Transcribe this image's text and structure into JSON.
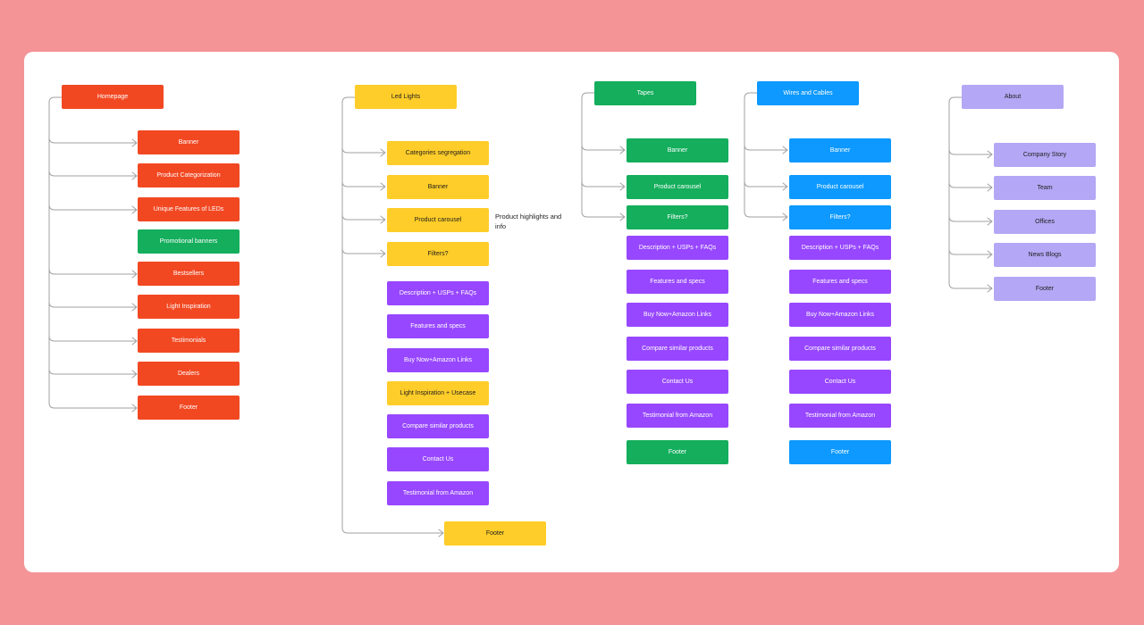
{
  "colors": {
    "background": "#f49497",
    "canvas": "#ffffff",
    "red": "#f24822",
    "yellow": "#ffcd29",
    "green": "#14ae5c",
    "blue": "#0d99ff",
    "purple": "#9747ff",
    "lavender": "#b4a7f5",
    "connector": "#a0a0a0"
  },
  "columns": {
    "homepage": {
      "title": "Homepage",
      "items": [
        "Banner",
        "Product Categorization",
        "Unique Features of LEDs",
        "Promotional banners",
        "Bestsellers",
        "Light Inspiration",
        "Testimonials",
        "Dealers",
        "Footer"
      ]
    },
    "led_lights": {
      "title": "Led Lights",
      "items": [
        "Categories segregation",
        "Banner",
        "Product carousel",
        "Filters?",
        "Description + USPs + FAQs",
        "Features and specs",
        "Buy Now+Amazon Links",
        "Light Inspiration + Usecase",
        "Compare similar products",
        "Contact Us",
        "Testimonial from Amazon",
        "Footer"
      ],
      "note": "Product highlights and info"
    },
    "tapes": {
      "title": "Tapes",
      "items": [
        "Banner",
        "Product carousel",
        "Filters?",
        "Description + USPs + FAQs",
        "Features and specs",
        "Buy Now+Amazon Links",
        "Compare similar products",
        "Contact Us",
        "Testimonial from Amazon",
        "Footer"
      ]
    },
    "wires": {
      "title": "Wires and Cables",
      "items": [
        "Banner",
        "Product carousel",
        "Filters?",
        "Description + USPs + FAQs",
        "Features and specs",
        "Buy Now+Amazon Links",
        "Compare similar products",
        "Contact Us",
        "Testimonial from Amazon",
        "Footer"
      ]
    },
    "about": {
      "title": "About",
      "items": [
        "Company Story",
        "Team",
        "Offices",
        "News Blogs",
        "Footer"
      ]
    }
  }
}
